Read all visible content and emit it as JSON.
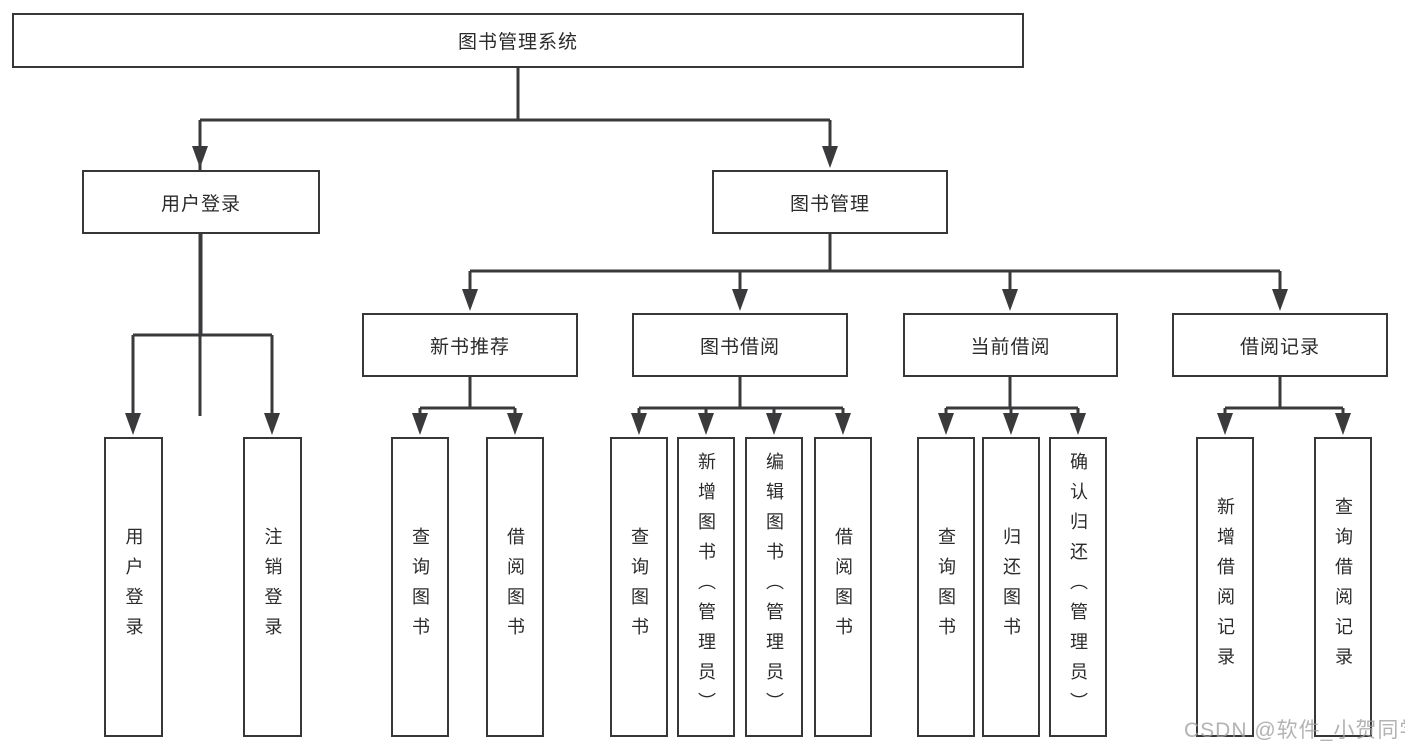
{
  "diagram": {
    "title": "图书管理系统",
    "type": "hierarchy-tree",
    "nodes": {
      "root": "图书管理系统",
      "user_login": "用户登录",
      "book_mgmt": "图书管理",
      "new_book_rec": "新书推荐",
      "book_borrow": "图书借阅",
      "current_borrow": "当前借阅",
      "borrow_records": "借阅记录",
      "leaf_user_login": "用户登录",
      "leaf_logout": "注销登录",
      "leaf_nb_query": "查询图书",
      "leaf_nb_borrow": "借阅图书",
      "leaf_bb_query": "查询图书",
      "leaf_bb_add": "新增图书（管理员）",
      "leaf_bb_edit": "编辑图书（管理员）",
      "leaf_bb_borrow": "借阅图书",
      "leaf_cb_query": "查询图书",
      "leaf_cb_return": "归还图书",
      "leaf_cb_confirm": "确认归还（管理员）",
      "leaf_br_add": "新增借阅记录",
      "leaf_br_query": "查询借阅记录"
    },
    "edges": [
      {
        "from": "root",
        "to": [
          "user_login",
          "book_mgmt"
        ]
      },
      {
        "from": "user_login",
        "to": [
          "leaf_user_login",
          "leaf_logout"
        ]
      },
      {
        "from": "book_mgmt",
        "to": [
          "new_book_rec",
          "book_borrow",
          "current_borrow",
          "borrow_records"
        ]
      },
      {
        "from": "new_book_rec",
        "to": [
          "leaf_nb_query",
          "leaf_nb_borrow"
        ]
      },
      {
        "from": "book_borrow",
        "to": [
          "leaf_bb_query",
          "leaf_bb_add",
          "leaf_bb_edit",
          "leaf_bb_borrow"
        ]
      },
      {
        "from": "current_borrow",
        "to": [
          "leaf_cb_query",
          "leaf_cb_return",
          "leaf_cb_confirm"
        ]
      },
      {
        "from": "borrow_records",
        "to": [
          "leaf_br_add",
          "leaf_br_query"
        ]
      }
    ],
    "colors": {
      "line": "#3a3a3c",
      "box_border": "#37373a",
      "box_background": "#ffffff",
      "text": "#2b2b2e",
      "watermark": "#9e9e9e"
    },
    "watermark": "CSDN @软件_小贺同学"
  }
}
